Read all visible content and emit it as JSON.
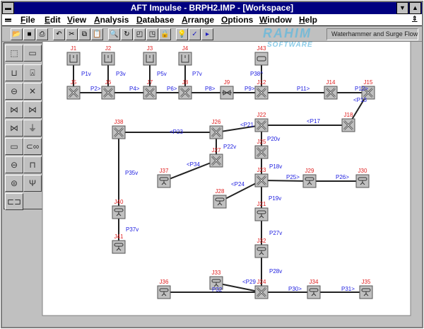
{
  "window": {
    "title": "AFT Impulse - BRPH2.IMP - [Workspace]"
  },
  "menu": [
    "File",
    "Edit",
    "View",
    "Analysis",
    "Database",
    "Arrange",
    "Options",
    "Window",
    "Help"
  ],
  "toolbar": {
    "mode_status": "Waterhammer and Surge Flow"
  },
  "watermark": {
    "line1": "RAHIM",
    "line2": "SOFTWARE"
  },
  "colors": {
    "junction_label": "#e02020",
    "pipe_label": "#2020e0",
    "titlebar": "#000080"
  },
  "junctions": [
    "J1",
    "J2",
    "J3",
    "J4",
    "J43",
    "J5",
    "J6",
    "J7",
    "J8",
    "J9",
    "J12",
    "J14",
    "J15",
    "J22",
    "J18",
    "J38",
    "J26",
    "J27",
    "J25",
    "J23",
    "J37",
    "J29",
    "J30",
    "J28",
    "J21",
    "J40",
    "J41",
    "J32",
    "J33",
    "J36",
    "J24",
    "J34",
    "J35"
  ],
  "pipes": [
    "P1v",
    "P3v",
    "P5v",
    "P7v",
    "P38^",
    "P2>",
    "P4>",
    "P6>",
    "P8>",
    "P9>",
    "P11>",
    "P12>",
    "<P13",
    "<P21",
    "<P17",
    "<P23",
    "P20v",
    "P22v",
    "<P34",
    "P35v",
    "P18v",
    "P25>",
    "P26>",
    "<P24",
    "P19v",
    "P37v",
    "P27v",
    "P28v",
    "<P29",
    "P30>",
    "P31>",
    "P32"
  ]
}
